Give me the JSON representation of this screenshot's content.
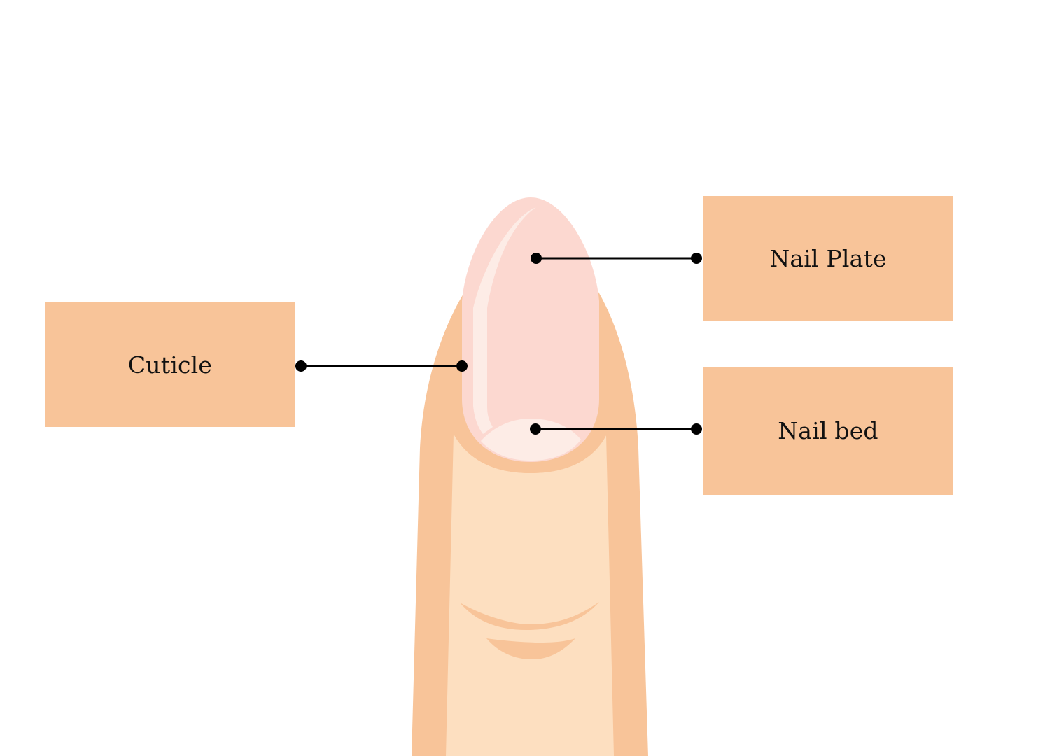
{
  "diagram": {
    "subject": "finger-nail-anatomy",
    "labels": [
      {
        "id": "nail-plate",
        "text": "Nail Plate",
        "side": "right"
      },
      {
        "id": "nail-bed",
        "text": "Nail bed",
        "side": "right"
      },
      {
        "id": "cuticle",
        "text": "Cuticle",
        "side": "left"
      }
    ],
    "colors": {
      "label_box": "#f8c499",
      "finger_outer": "#f8c499",
      "finger_inner": "#fddfc0",
      "nail": "#fcd8d0",
      "nail_highlight": "#fdece6",
      "leader_line": "#000000",
      "background": "#ffffff"
    }
  }
}
